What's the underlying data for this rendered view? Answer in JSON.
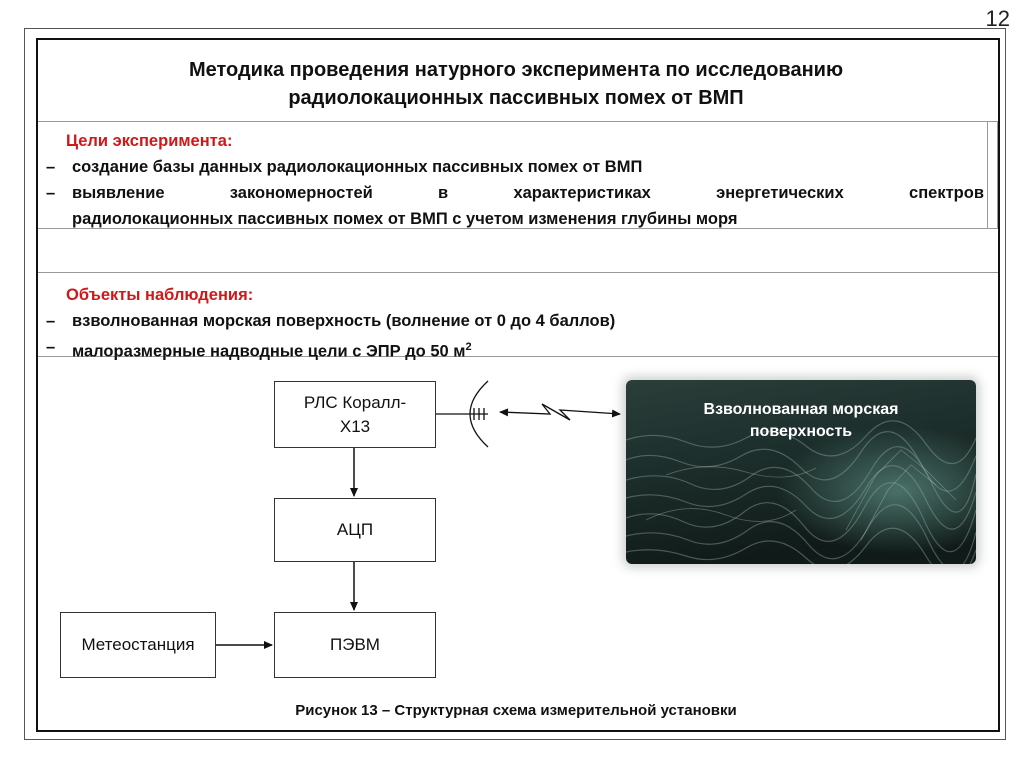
{
  "page_number": "12",
  "title": {
    "line1": "Методика проведения натурного эксперимента по исследованию",
    "line2": "радиолокационных пассивных помех от ВМП"
  },
  "goals": {
    "heading": "Цели эксперимента:",
    "item1": "создание базы данных радиолокационных пассивных помех от ВМП",
    "item2_line1": "выявление закономерностей в характеристиках энергетических спектров",
    "item2_line2": "радиолокационных пассивных помех от ВМП с учетом изменения глубины моря"
  },
  "objects": {
    "heading": "Объекты наблюдения:",
    "item1": "взволнованная морская поверхность (волнение от 0 до 4 баллов)",
    "item2": "малоразмерные надводные цели с ЭПР до 50 м",
    "item2_sup": "2"
  },
  "dash": "–",
  "diagram": {
    "radar_line1": "РЛС Коралл-",
    "radar_line2": "Х13",
    "adc": "АЦП",
    "pc": "ПЭВМ",
    "weather": "Метеостанция",
    "sea_line1": "Взволнованная морская",
    "sea_line2": "поверхность"
  },
  "caption": "Рисунок 13 – Структурная схема измерительной установки",
  "colors": {
    "heading_red": "#d01818",
    "sea_dark": "#1d2f2c",
    "sea_light": "#4f7a70"
  }
}
